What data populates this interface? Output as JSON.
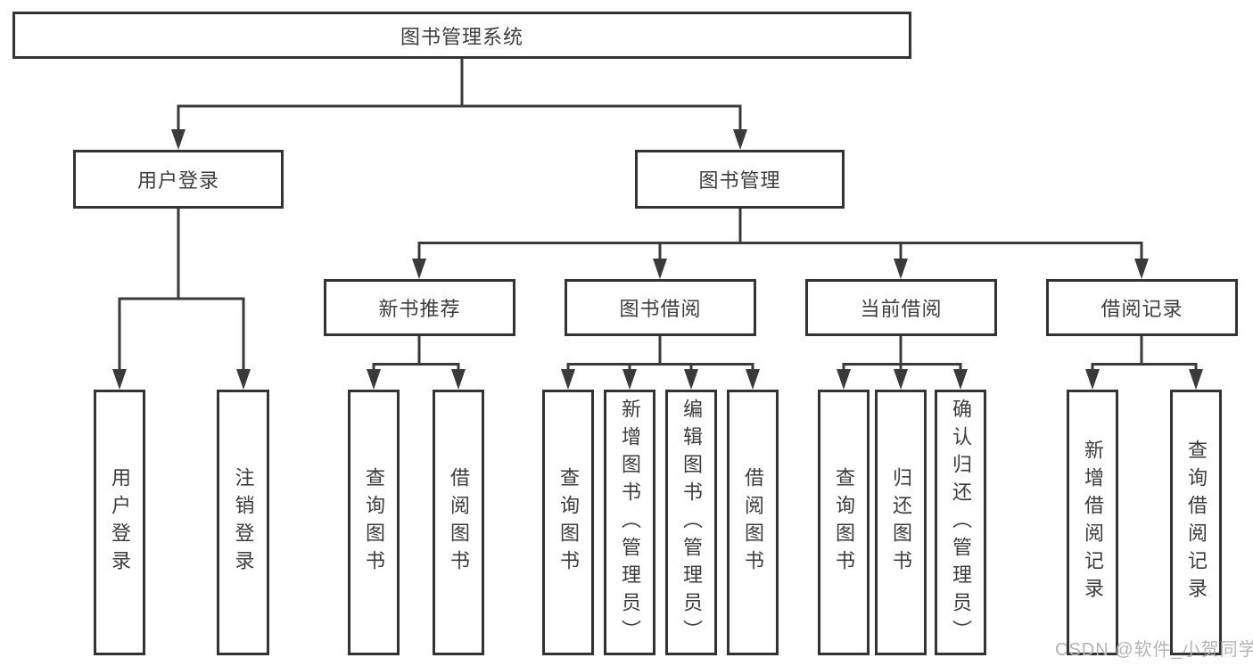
{
  "colors": {
    "line": "#3a3a3a",
    "box_border": "#333333",
    "text": "#3d3d3d",
    "background": "#ffffff",
    "watermark": "#b4b4b4"
  },
  "tree": {
    "label": "图书管理系统",
    "children": [
      {
        "label": "用户登录",
        "children": [
          {
            "label": "用户登录"
          },
          {
            "label": "注销登录"
          }
        ]
      },
      {
        "label": "图书管理",
        "children": [
          {
            "label": "新书推荐",
            "children": [
              {
                "label": "查询图书"
              },
              {
                "label": "借阅图书"
              }
            ]
          },
          {
            "label": "图书借阅",
            "children": [
              {
                "label": "查询图书"
              },
              {
                "label": "新增图书（管理员）"
              },
              {
                "label": "编辑图书（管理员）"
              },
              {
                "label": "借阅图书"
              }
            ]
          },
          {
            "label": "当前借阅",
            "children": [
              {
                "label": "查询图书"
              },
              {
                "label": "归还图书"
              },
              {
                "label": "确认归还（管理员）"
              }
            ]
          },
          {
            "label": "借阅记录",
            "children": [
              {
                "label": "新增借阅记录"
              },
              {
                "label": "查询借阅记录"
              }
            ]
          }
        ]
      }
    ]
  },
  "watermark": {
    "text": "CSDN @软件_小贺同学"
  }
}
